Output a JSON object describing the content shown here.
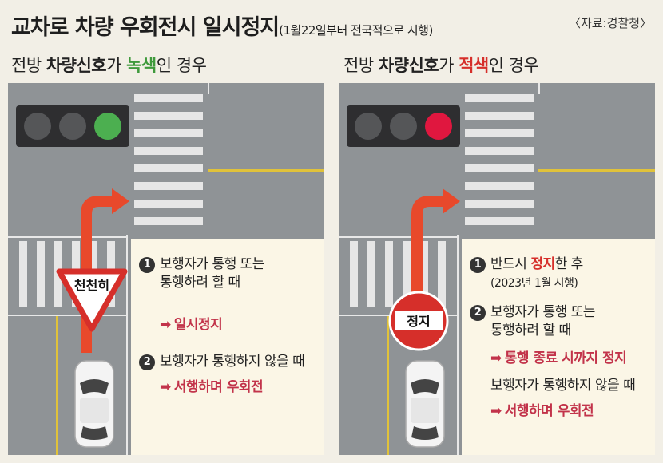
{
  "header": {
    "title": "교차로 차량 우회전시 일시정지",
    "subtitle": "(1월22일부터 전국적으로 시행)",
    "source": "〈자료:경찰청〉"
  },
  "left_panel": {
    "heading_pre": "전방 ",
    "heading_bold": "차량신호",
    "heading_mid": "가 ",
    "heading_color_word": "녹색",
    "heading_post": "인 경우",
    "signal_color": "#4caf50",
    "sign_text": "천천히",
    "items": [
      {
        "num": "1",
        "line1": "보행자가 통행 또는",
        "line2": "통행하려 할 때",
        "result": "일시정지"
      },
      {
        "num": "2",
        "line1": "보행자가 통행하지 않을 때",
        "result": "서행하며 우회전"
      }
    ]
  },
  "right_panel": {
    "heading_pre": "전방 ",
    "heading_bold": "차량신호",
    "heading_mid": "가 ",
    "heading_color_word": "적색",
    "heading_post": "인 경우",
    "signal_color": "#e0173f",
    "sign_text": "정지",
    "item1": {
      "num": "1",
      "pre": "반드시 ",
      "emph": "정지",
      "post": "한 후",
      "note": "(2023년 1월 시행)"
    },
    "item2": {
      "num": "2",
      "line1": "보행자가 통행 또는",
      "line2": "통행하려 할 때",
      "result": "통행 종료 시까지 정지"
    },
    "item3": {
      "line1": "보행자가 통행하지 않을 때",
      "result": "서행하며 우회전"
    }
  },
  "icons": {
    "arrow": "right-arrow-icon",
    "turn_arrow": "right-turn-arrow-icon",
    "car": "car-icon",
    "yield_sign": "yield-sign-icon",
    "stop_sign": "stop-sign-icon"
  },
  "colors": {
    "road": "#8f9396",
    "info_bg": "#fbf6e6",
    "arrow": "#e8492b",
    "result_text": "#c2334a",
    "green_text": "#3f9a3c",
    "red_text": "#d62f2a"
  }
}
